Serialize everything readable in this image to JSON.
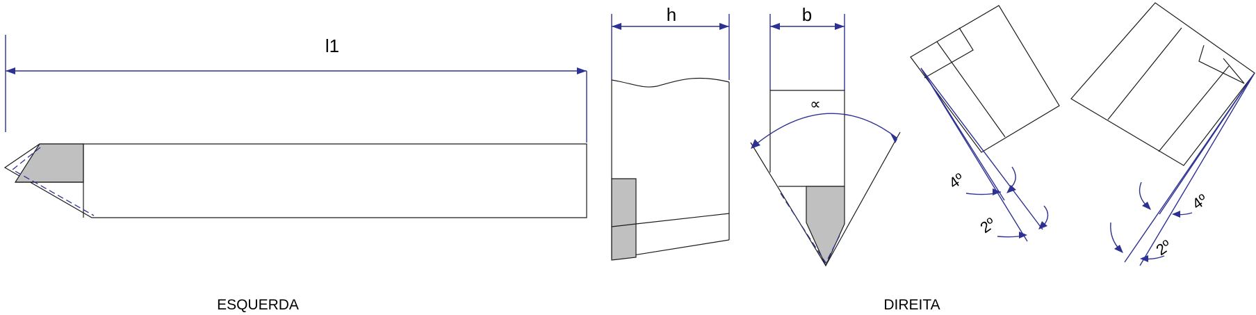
{
  "labels": {
    "l1": "l1",
    "h": "h",
    "b": "b",
    "alpha": "∝",
    "angle_4": "4º",
    "angle_2": "2º",
    "left_caption": "ESQUERDA",
    "right_caption": "DIREITA"
  },
  "colors": {
    "dimension": "#2d3192",
    "outline": "#1a1a1a",
    "insert": "#c0c0c0"
  }
}
